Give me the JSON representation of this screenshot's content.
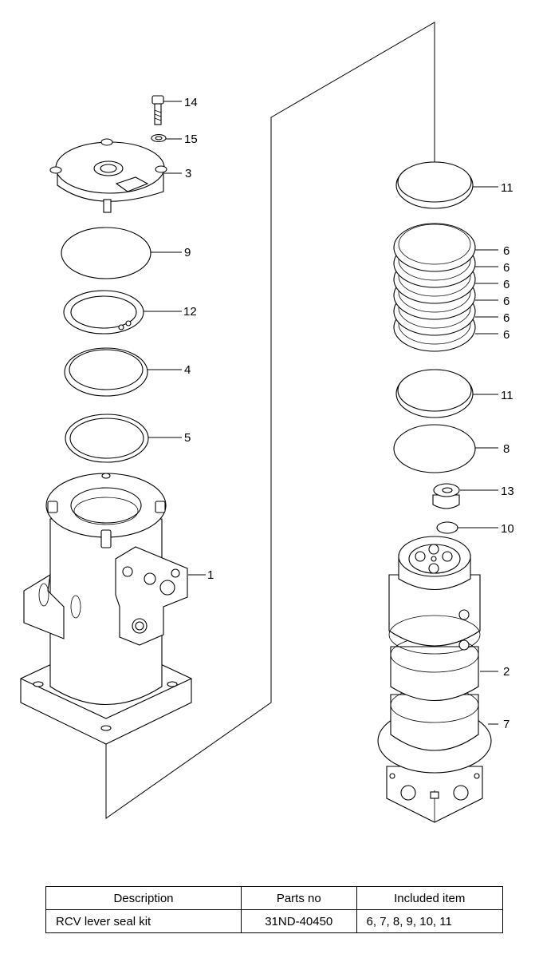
{
  "callouts": [
    {
      "id": "p14",
      "label": "14"
    },
    {
      "id": "p15",
      "label": "15"
    },
    {
      "id": "p3",
      "label": "3"
    },
    {
      "id": "p9",
      "label": "9"
    },
    {
      "id": "p12",
      "label": "12"
    },
    {
      "id": "p4",
      "label": "4"
    },
    {
      "id": "p5",
      "label": "5"
    },
    {
      "id": "p1",
      "label": "1"
    },
    {
      "id": "p11a",
      "label": "11"
    },
    {
      "id": "p6a",
      "label": "6"
    },
    {
      "id": "p6b",
      "label": "6"
    },
    {
      "id": "p6c",
      "label": "6"
    },
    {
      "id": "p6d",
      "label": "6"
    },
    {
      "id": "p6e",
      "label": "6"
    },
    {
      "id": "p6f",
      "label": "6"
    },
    {
      "id": "p11b",
      "label": "11"
    },
    {
      "id": "p8",
      "label": "8"
    },
    {
      "id": "p13",
      "label": "13"
    },
    {
      "id": "p10",
      "label": "10"
    },
    {
      "id": "p2",
      "label": "2"
    },
    {
      "id": "p7",
      "label": "7"
    }
  ],
  "table": {
    "headers": [
      "Description",
      "Parts no",
      "Included item"
    ],
    "rows": [
      [
        "RCV lever seal kit",
        "31ND-40450",
        "6, 7, 8, 9, 10, 11"
      ]
    ]
  }
}
